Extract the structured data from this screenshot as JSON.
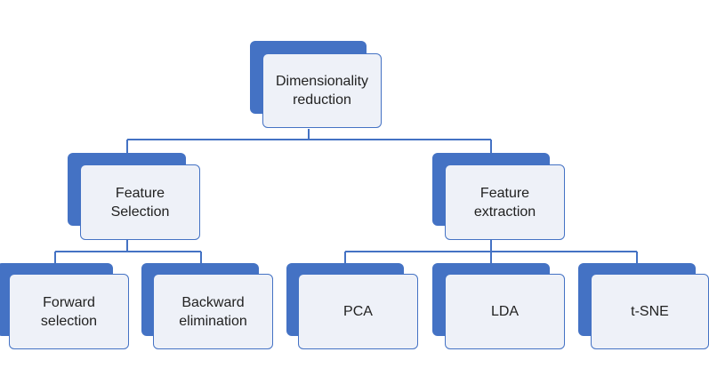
{
  "diagram": {
    "root": {
      "label": "Dimensionality\nreduction"
    },
    "branches": [
      {
        "label": "Feature\nSelection",
        "children": [
          {
            "label": "Forward\nselection"
          },
          {
            "label": "Backward\nelimination"
          }
        ]
      },
      {
        "label": "Feature\nextraction",
        "children": [
          {
            "label": "PCA"
          },
          {
            "label": "LDA"
          },
          {
            "label": "t-SNE"
          }
        ]
      }
    ]
  },
  "colors": {
    "accent": "#4472c4",
    "box_fill": "#eef1f8",
    "text": "#222222"
  }
}
